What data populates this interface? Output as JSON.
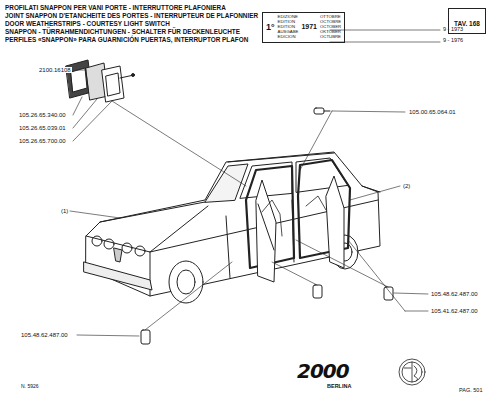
{
  "diagram": {
    "title": "PROFILATI SNAPPON PER VANI PORTE - INTERRUTTORE PLAFONIERA",
    "nodes": [
      {
        "text": [
          "TAV. 168"
        ]
      },
      {
        "text": [
          "1°",
          "EDIZIONE EDITION EDITION AUSGABE EDICION",
          "1971",
          "OTTOBRE OCTOBRE OCTOBER OKTOBER OCTUBRE"
        ]
      }
    ],
    "labels": [
      "JOINT SNAPPON D'ETANCHEITE DES PORTES - INTERRUPTEUR DE PLAFONNIER",
      "DOOR WEATHERSTRIPS - COURTESY LIGHT SWITCH",
      "SNAPPON - TÜRRAHMENDICHTUNGEN - SCHALTER FÜR DECKENLEUCHTE",
      "PERFILES «SNAPPON» PARA GUARNICIÓN PUERTAS, INTERRUPTOR PLAFON",
      "9 - 1973",
      "9 - 1976",
      "2100.16108",
      "105.26.65.340.00",
      "105.26.65.039.01",
      "105.26.65.700.00",
      "(1)",
      "105.00.65.064.01",
      "(2)",
      "105.48.62.487.00",
      "105.41.62.487.00",
      "105.48.62.487.00",
      "N. 5926",
      "2000",
      "BERLINA",
      "PAG. 501"
    ]
  }
}
